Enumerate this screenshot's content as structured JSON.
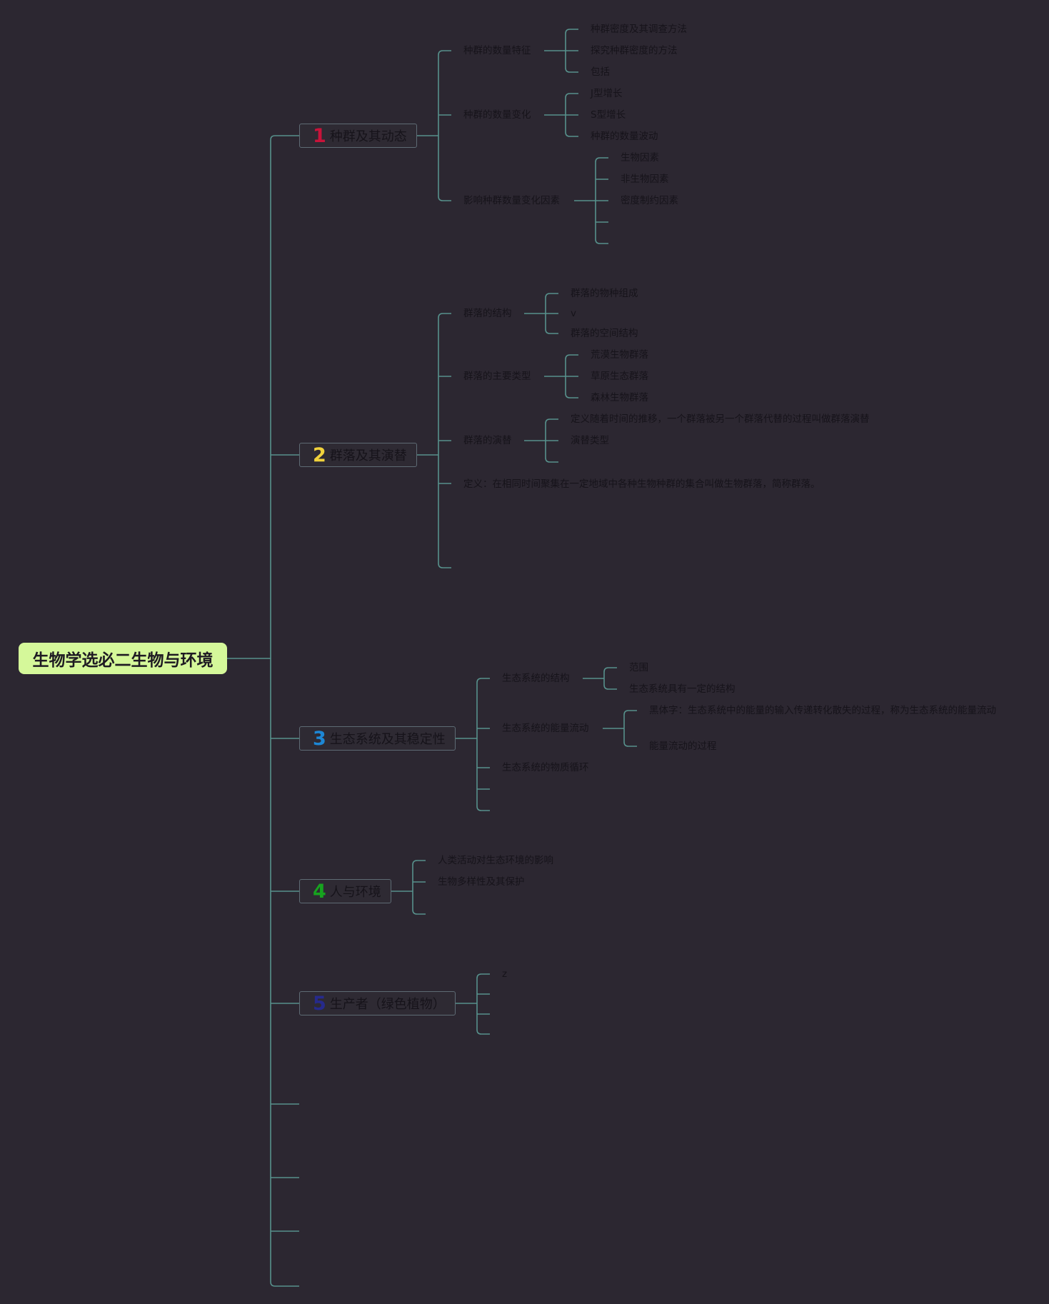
{
  "root": {
    "title": "生物学选必二生物与环境"
  },
  "topic1": {
    "num": "1",
    "num_color": "#c8133a",
    "title": "种群及其动态",
    "c1": {
      "label": "种群的数量特征",
      "items": [
        "种群密度及其调查方法",
        "探究种群密度的方法",
        "包括"
      ]
    },
    "c2": {
      "label": "种群的数量变化",
      "items": [
        "J型增长",
        "S型增长",
        "种群的数量波动"
      ]
    },
    "c3": {
      "label": "影响种群数量变化因素",
      "items": [
        "生物因素",
        "非生物因素",
        "密度制约因素"
      ]
    }
  },
  "topic2": {
    "num": "2",
    "num_color": "#f1d23c",
    "title": "群落及其演替",
    "c1": {
      "label": "群落的结构",
      "items": [
        "群落的物种组成",
        "v",
        "群落的空间结构"
      ]
    },
    "c2": {
      "label": "群落的主要类型",
      "items": [
        "荒漠生物群落",
        "草原生态群落",
        "森林生物群落"
      ]
    },
    "c3": {
      "label": "群落的演替",
      "items": [
        "定义随着时间的推移，一个群落被另一个群落代替的过程叫做群落演替",
        "演替类型"
      ]
    },
    "c4": {
      "label": "定义：在相同时间聚集在一定地域中各种生物种群的集合叫做生物群落，简称群落。"
    }
  },
  "topic3": {
    "num": "3",
    "num_color": "#1d87d5",
    "title": "生态系统及其稳定性",
    "c1": {
      "label": "生态系统的结构",
      "items": [
        "范围",
        "生态系统具有一定的结构"
      ]
    },
    "c2": {
      "label": "生态系统的能量流动",
      "items": [
        "黑体字：生态系统中的能量的输入传递转化散失的过程，称为生态系统的能量流动",
        "能量流动的过程"
      ]
    },
    "c3": {
      "label": "生态系统的物质循环"
    }
  },
  "topic4": {
    "num": "4",
    "num_color": "#17a31f",
    "title": "人与环境",
    "items": [
      "人类活动对生态环境的影响",
      "生物多样性及其保护"
    ]
  },
  "topic5": {
    "num": "5",
    "num_color": "#262a8c",
    "title": "生产者（绿色植物）",
    "items": [
      "z"
    ]
  }
}
